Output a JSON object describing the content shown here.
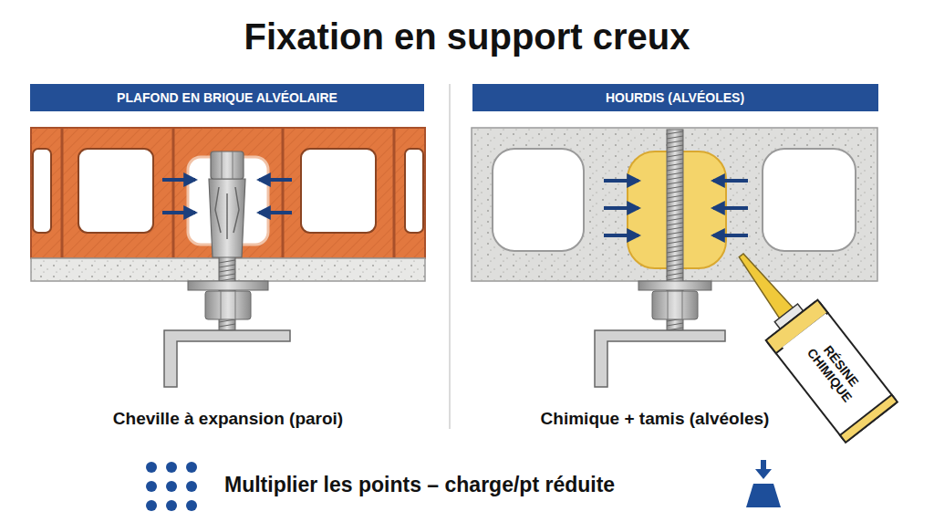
{
  "diagram": {
    "title": "Fixation en support creux",
    "nodes": [
      {
        "text": [
          "PLAFOND EN BRIQUE ALVÉOLAIRE"
        ]
      },
      {
        "text": [
          "HOURDIS (ALVÉOLES)"
        ]
      },
      {
        "text": [
          "RÉSINE CHIMIQUE"
        ]
      }
    ],
    "labels": [
      "Cheville à expansion (paroi)",
      "Chimique + tamis (alvéoles)",
      "Multiplier les points – charge/pt réduite"
    ]
  }
}
